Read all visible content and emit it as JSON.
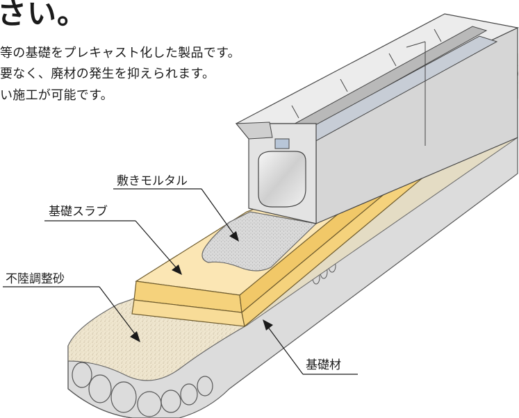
{
  "headline": "さい。",
  "description": [
    "等の基礎をプレキャスト化した製品です。",
    "要なく、廃材の発生を抑えられます。",
    "い施工が可能です。"
  ],
  "labels": {
    "bedding_mortar": "敷きモルタル",
    "foundation_slab": "基礎スラブ",
    "subbase_sand": "不陸調整砂",
    "base_material": "基礎材"
  },
  "colors": {
    "text": "#1a1a1a",
    "slab_top": "#fbe6b4",
    "slab_side": "#f5d27c",
    "concrete_light": "#e9e9e9",
    "concrete_mid": "#c9c9c9",
    "concrete_dark": "#a9a9a9",
    "sand": "#efe6cf",
    "mortar": "#d8d8d8"
  }
}
